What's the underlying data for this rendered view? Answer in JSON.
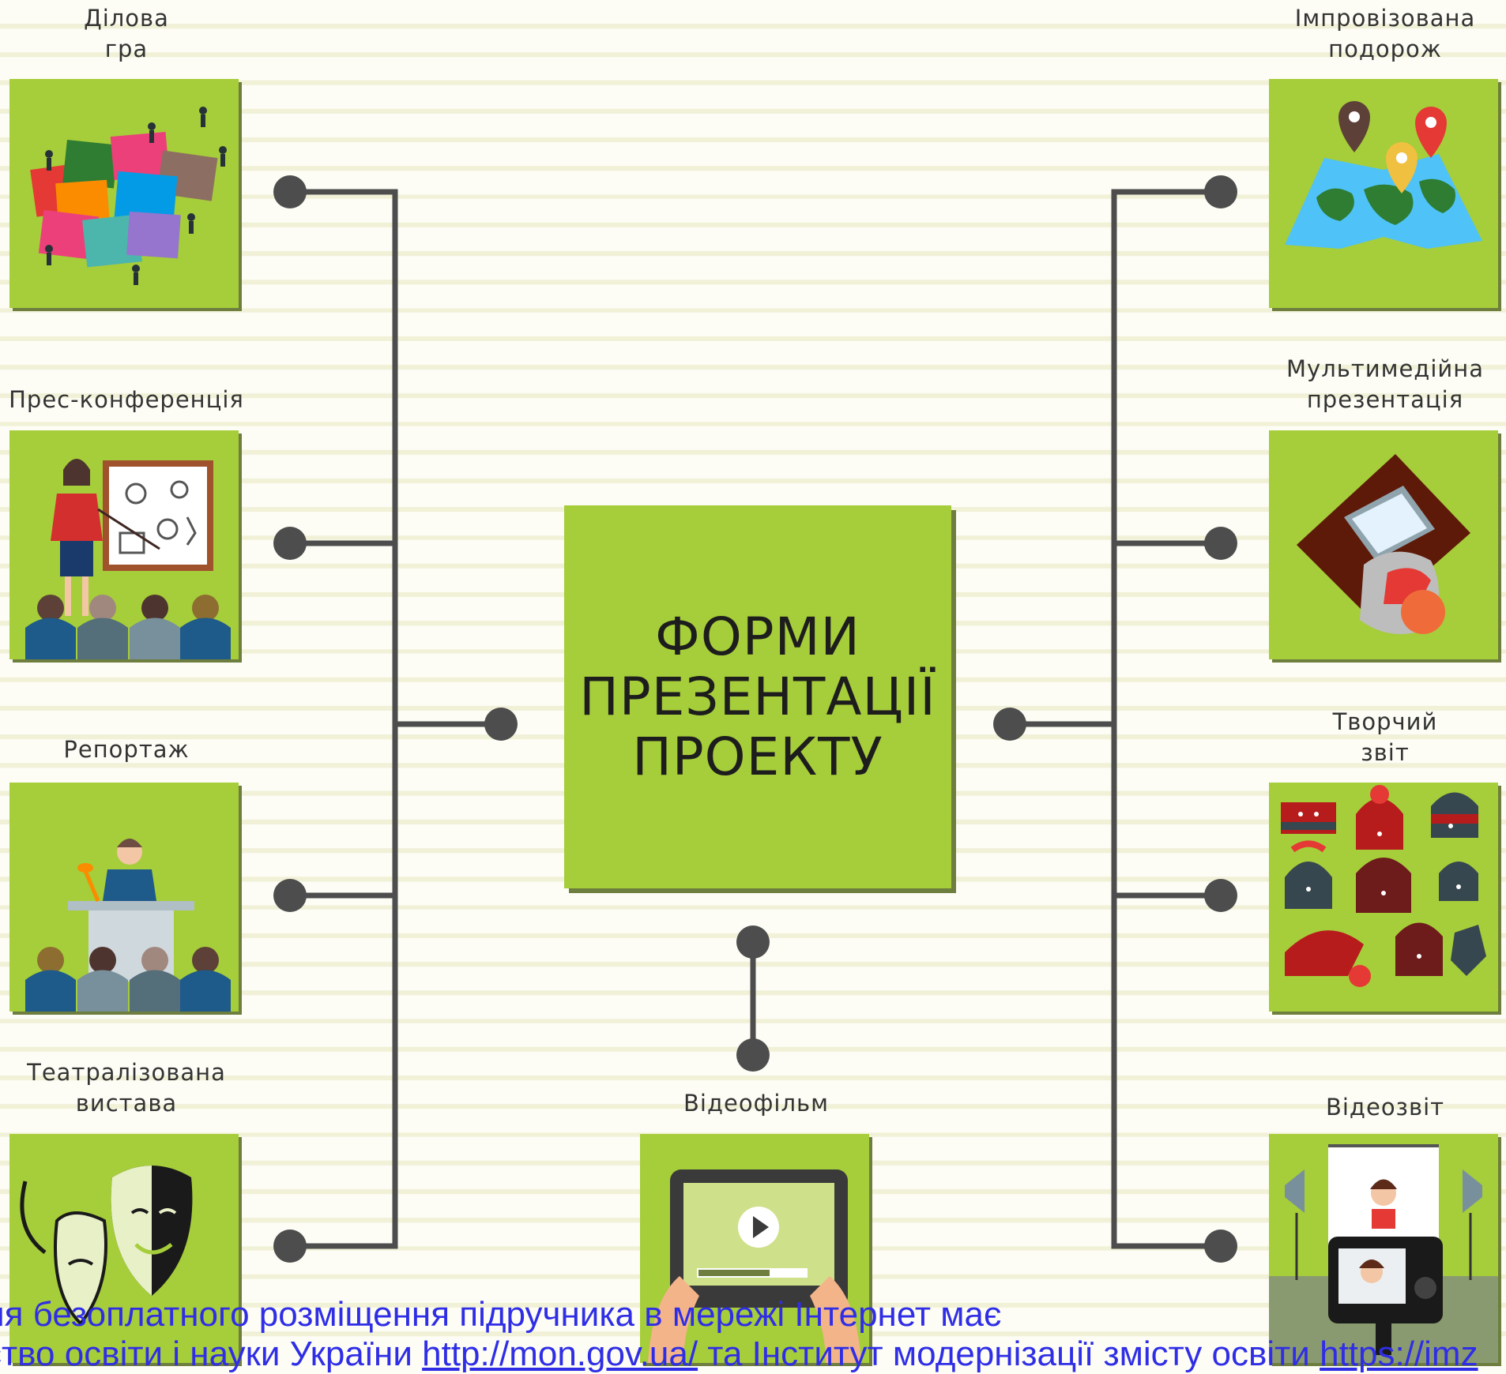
{
  "center": {
    "lines": [
      "ФОРМИ",
      "ПРЕЗЕНТАЦІЇ",
      "ПРОЕКТУ"
    ]
  },
  "forms": {
    "business_game": [
      "Ділова",
      "гра"
    ],
    "press_conference": [
      "Прес-конференція"
    ],
    "reportage": [
      "Репортаж"
    ],
    "theatrical_play": [
      "Театралізована",
      "вистава"
    ],
    "improvised_journey": [
      "Імпровізована",
      "подорож"
    ],
    "multimedia_presentation": [
      "Мультимедійна",
      "презентація"
    ],
    "creative_report": [
      "Творчий",
      "звіт"
    ],
    "video_report": [
      "Відеозвіт"
    ],
    "video_film": [
      "Відеофільм"
    ]
  },
  "footer": {
    "line1": "ля безоплатного розміщення підручника в мережі Інтернет має",
    "line2_text": "ство освіти і науки України ",
    "link1": "http://mon.gov.ua/",
    "line2_mid": " та Інститут модернізації змісту освіти ",
    "link2": "https://imz"
  },
  "colors": {
    "card_green": "#a6cd3a",
    "card_shadow": "#6d7e3e",
    "connector": "#4d4d4d",
    "footer_text": "#2f2ee6"
  }
}
